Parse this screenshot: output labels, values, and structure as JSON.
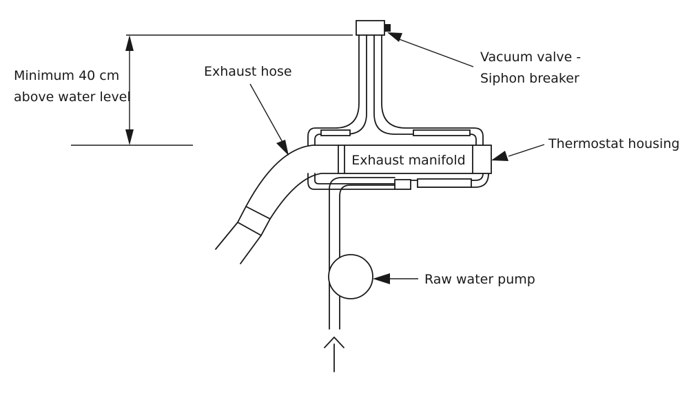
{
  "labels": {
    "height_line1": "Minimum 40 cm",
    "height_line2": "above water level",
    "exhaust_hose": "Exhaust hose",
    "vacuum_valve_line1": "Vacuum valve -",
    "vacuum_valve_line2": "Siphon breaker",
    "thermostat_housing": "Thermostat housing",
    "exhaust_manifold": "Exhaust manifold",
    "raw_water_pump": "Raw water pump"
  }
}
